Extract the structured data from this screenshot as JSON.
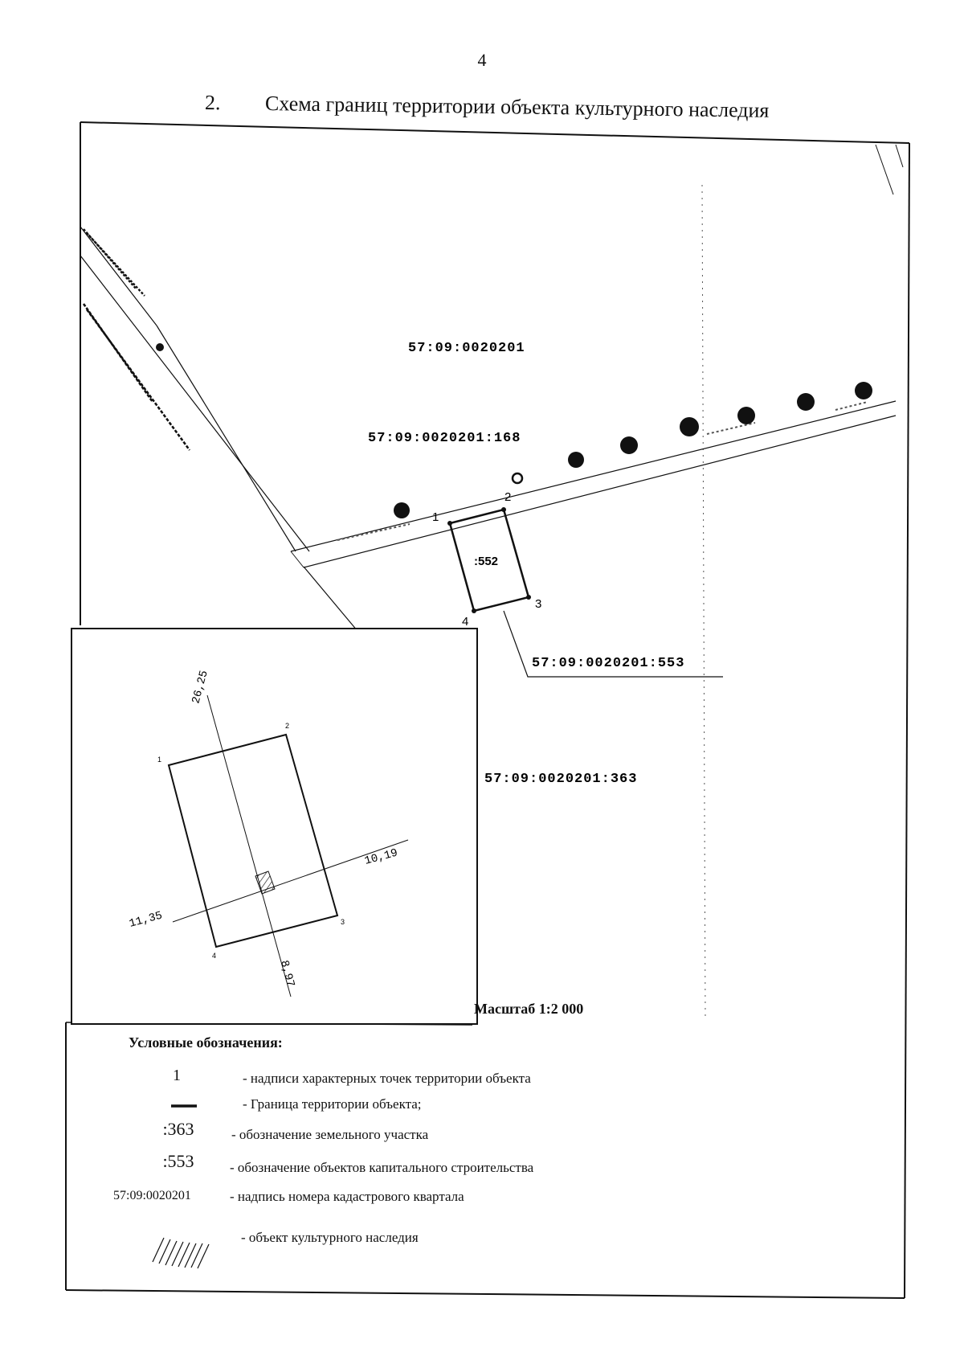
{
  "page": {
    "number": "4"
  },
  "header": {
    "section_number": "2.",
    "title": "Схема границ территории объекта культурного наследия"
  },
  "map": {
    "cadastral_quarter": "57:09:0020201",
    "parcel_168": "57:09:0020201:168",
    "parcel_363": "57:09:0020201:363",
    "building_553": "57:09:0020201:553",
    "parcel_552": ":552",
    "point_labels": [
      "1",
      "2",
      "3",
      "4"
    ]
  },
  "inset": {
    "point_labels": [
      "1",
      "2",
      "3",
      "4"
    ],
    "dimensions": [
      "26,25",
      "10,19",
      "11,35",
      "8,97"
    ]
  },
  "scale": "Масштаб 1:2 000",
  "legend": {
    "title": "Условные обозначения:",
    "items": [
      {
        "symbol": "1",
        "text": "- надписи характерных точек территории объекта"
      },
      {
        "symbol": "line",
        "text": "- Граница территории объекта;"
      },
      {
        "symbol": ":363",
        "text": "- обозначение земельного участка"
      },
      {
        "symbol": ":553",
        "text": "- обозначение объектов капитального строительства"
      },
      {
        "symbol": "57:09:0020201",
        "text": "- надпись номера кадастрового квартала"
      },
      {
        "symbol": "hatch",
        "text": "- объект культурного наследия"
      }
    ]
  },
  "colors": {
    "ink": "#111111",
    "paper": "#ffffff"
  }
}
